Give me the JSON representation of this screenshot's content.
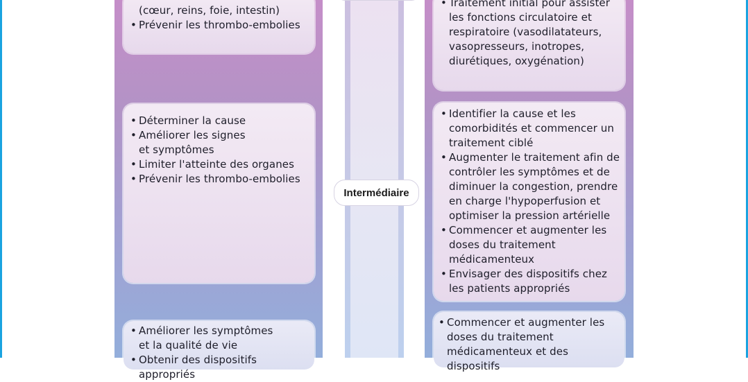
{
  "stage": {
    "label": "Intermédiaire"
  },
  "left_cards": [
    {
      "items": [
        "(cœur, reins, foie, intestin)",
        "Prévenir les thrombo-embolies"
      ]
    },
    {
      "items": [
        "Déterminer la cause",
        "Améliorer les signes\n et symptômes",
        "Limiter l'atteinte des organes",
        "Prévenir les thrombo-embolies"
      ]
    },
    {
      "items": [
        "Améliorer les symptômes\n et la qualité de vie",
        "Obtenir des dispositifs appropriés"
      ]
    }
  ],
  "right_cards": [
    {
      "items": [
        "Traitement initial pour assister\n les fonctions circulatoire et\n respiratoire (vasodilatateurs,\n vasopresseurs, inotropes,\n diurétiques, oxygénation)"
      ]
    },
    {
      "items": [
        "Identifier la cause et les\n comorbidités et commencer un\n traitement ciblé",
        "Augmenter le traitement afin de\n contrôler les symptômes et de\n diminuer la congestion, prendre\n en charge l'hypoperfusion et\n optimiser la pression artérielle",
        "Commencer et augmenter les\n doses du traitement\n médicamenteux",
        "Envisager des dispositifs chez\n les patients appropriés"
      ]
    },
    {
      "items": [
        "Commencer et augmenter les\n doses du traitement\n médicamenteux et des dispositifs"
      ]
    }
  ]
}
